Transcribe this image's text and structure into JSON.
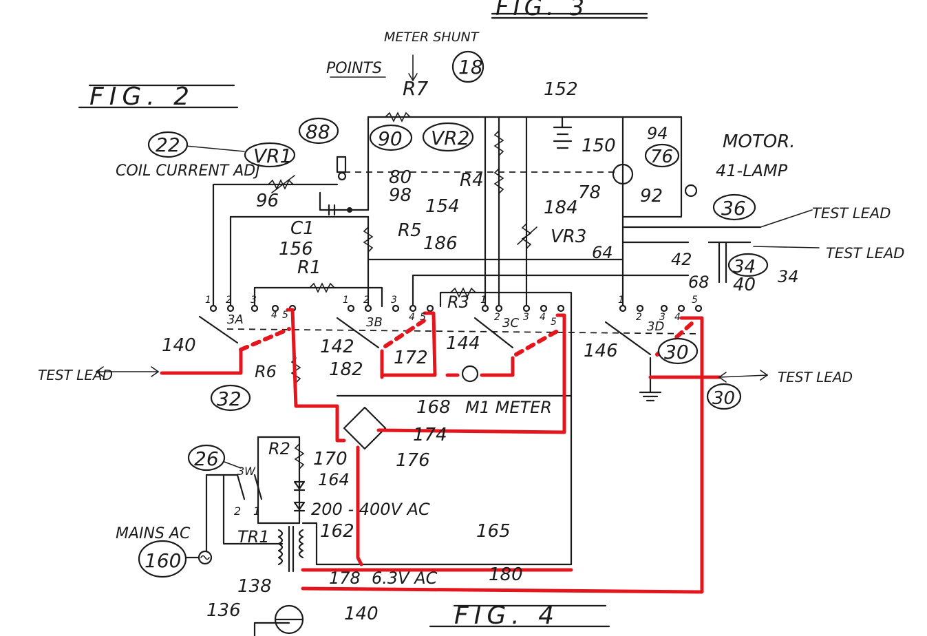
{
  "figures": {
    "fig2": "FIG. 2",
    "fig3": "FIG. 3",
    "fig4": "FIG. 4"
  },
  "labels": {
    "points": "POINTS",
    "meter_shunt": "METER SHUNT",
    "coil_current_adj": "COIL CURRENT ADJ",
    "motor": "MOTOR.",
    "lamp": "41-LAMP",
    "test_lead": "TEST LEAD",
    "meter_label": "M1 METER",
    "mains_ac": "MAINS AC",
    "v_ac_high": "200 - 400V AC",
    "v_ac_low": "6.3V AC"
  },
  "components": {
    "R7": "R7",
    "VR2": "VR2",
    "VR1": "VR1",
    "R4": "R4",
    "R5": "R5",
    "VR3": "VR3",
    "R1": "R1",
    "R3": "R3",
    "R6": "R6",
    "R2": "R2",
    "C1": "C1",
    "TR1": "TR1",
    "sw_3a": "3A",
    "sw_3b": "3B",
    "sw_3c": "3C",
    "sw_3d": "3D",
    "sw_3w": "3W"
  },
  "ref_circled": [
    "18",
    "22",
    "88",
    "90",
    "26",
    "32",
    "34",
    "36",
    "30",
    "30",
    "160",
    "76",
    "40"
  ],
  "ref_numbers": [
    "152",
    "150",
    "94",
    "80",
    "98",
    "96",
    "78",
    "92",
    "154",
    "184",
    "156",
    "186",
    "64",
    "42",
    "68",
    "140",
    "142",
    "144",
    "146",
    "172",
    "182",
    "168",
    "174",
    "176",
    "170",
    "164",
    "162",
    "165",
    "178",
    "180",
    "138",
    "136",
    "140",
    "34"
  ],
  "terminals": [
    "1",
    "2",
    "3",
    "4",
    "5"
  ],
  "colors": {
    "ink": "#1b1b1b",
    "highlight": "#e2161c",
    "paper": "#ffffff"
  }
}
